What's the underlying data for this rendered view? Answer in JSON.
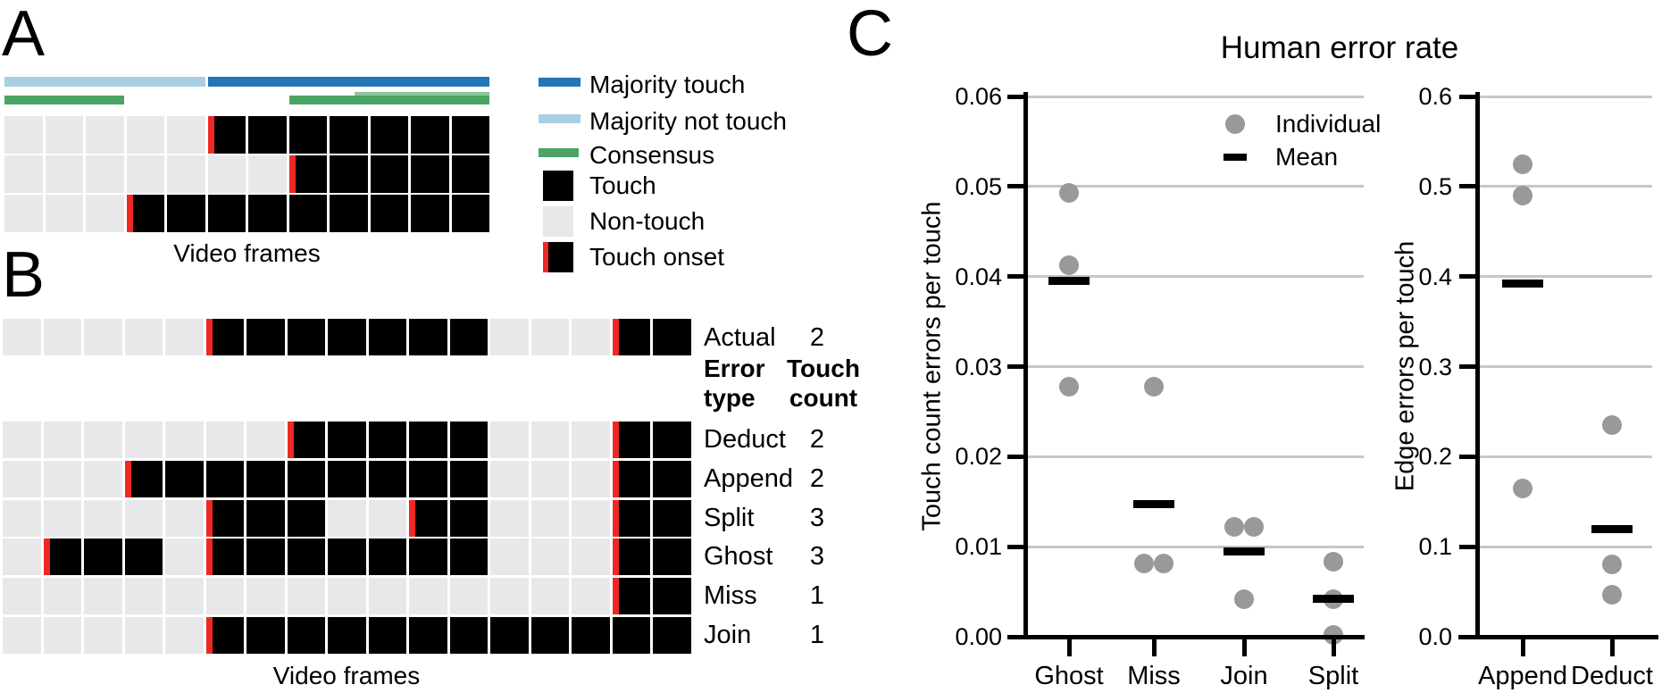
{
  "colors": {
    "touch": "#000000",
    "non_touch": "#e8e8ea",
    "touch_onset_red": "#ee2824",
    "majority_touch_blue": "#2176b5",
    "majority_not_touch_lightblue": "#a9cfe5",
    "consensus_green": "#4aa564",
    "consensus_green_light": "#8cc79b",
    "individual_dot_gray": "#999999",
    "mean_black": "#000000",
    "gridline_gray": "#c7c7c7"
  },
  "panel_a": {
    "label": "A",
    "x_axis_label": "Video frames",
    "rows": [
      ".....OTTTTTT",
      ".......OTTTT",
      "...OTTTTTTTT"
    ],
    "majority": {
      "not_touch_cols": [
        1,
        5
      ],
      "touch_cols": [
        6,
        12
      ]
    },
    "consensus_col_spans": [
      [
        1,
        3
      ],
      [
        8,
        12
      ]
    ],
    "legend": [
      {
        "label": "Majority touch",
        "swatch": "bar-blue"
      },
      {
        "label": "Majority not touch",
        "swatch": "bar-lightblue"
      },
      {
        "label": "Consensus",
        "swatch": "bar-green"
      },
      {
        "label": "Touch",
        "swatch": "square-black"
      },
      {
        "label": "Non-touch",
        "swatch": "square-gray"
      },
      {
        "label": "Touch onset",
        "swatch": "square-onset"
      }
    ]
  },
  "panel_b": {
    "label": "B",
    "x_axis_label": "Video frames",
    "actual_row": {
      "label": "Actual",
      "count": "2",
      "pattern": ".....OTTTTTT...OT"
    },
    "col_headers": {
      "error_type": "Error\ntype",
      "touch_count": "Touch\ncount"
    },
    "rows": [
      {
        "label": "Deduct",
        "count": "2",
        "pattern": ".......OTTTT...OT"
      },
      {
        "label": "Append",
        "count": "2",
        "pattern": "...OTTTTTTTT...OT"
      },
      {
        "label": "Split",
        "count": "3",
        "pattern": ".....OTT..OT...OT"
      },
      {
        "label": "Ghost",
        "count": "3",
        "pattern": ".OTT.OTTTTTT...OT"
      },
      {
        "label": "Miss",
        "count": "1",
        "pattern": "...............OT"
      },
      {
        "label": "Join",
        "count": "1",
        "pattern": ".....OTTTTTTTTTTT"
      }
    ]
  },
  "panel_c": {
    "label": "C",
    "title": "Human error rate",
    "legend": {
      "individual": "Individual",
      "mean": "Mean"
    }
  },
  "chart_data": [
    {
      "type": "scatter",
      "title": "Human error rate",
      "ylabel": "Touch count errors per touch",
      "ylim": [
        0,
        0.06
      ],
      "ytick_labels": [
        "0.00",
        "0.01",
        "0.02",
        "0.03",
        "0.04",
        "0.05",
        "0.06"
      ],
      "grid": true,
      "legend_entries": [
        "Individual",
        "Mean"
      ],
      "legend_position": "upper right",
      "categories": [
        "Ghost",
        "Miss",
        "Join",
        "Split"
      ],
      "individual": [
        [
          0.0493,
          0.0413,
          0.0278
        ],
        [
          0.0278,
          0.0081,
          0.0081
        ],
        [
          0.0122,
          0.0122,
          0.0042
        ],
        [
          0.0083,
          0.0042,
          0.0002
        ]
      ],
      "mean": [
        0.0395,
        0.0147,
        0.0095,
        0.0042
      ]
    },
    {
      "type": "scatter",
      "title": "Human error rate",
      "ylabel": "Edge errors per touch",
      "ylim": [
        0,
        0.6
      ],
      "ytick_labels": [
        "0.0",
        "0.1",
        "0.2",
        "0.3",
        "0.4",
        "0.5",
        "0.6"
      ],
      "grid": true,
      "categories": [
        "Append",
        "Deduct"
      ],
      "individual": [
        [
          0.525,
          0.49,
          0.165
        ],
        [
          0.235,
          0.08,
          0.047
        ]
      ],
      "mean": [
        0.392,
        0.12
      ]
    }
  ]
}
